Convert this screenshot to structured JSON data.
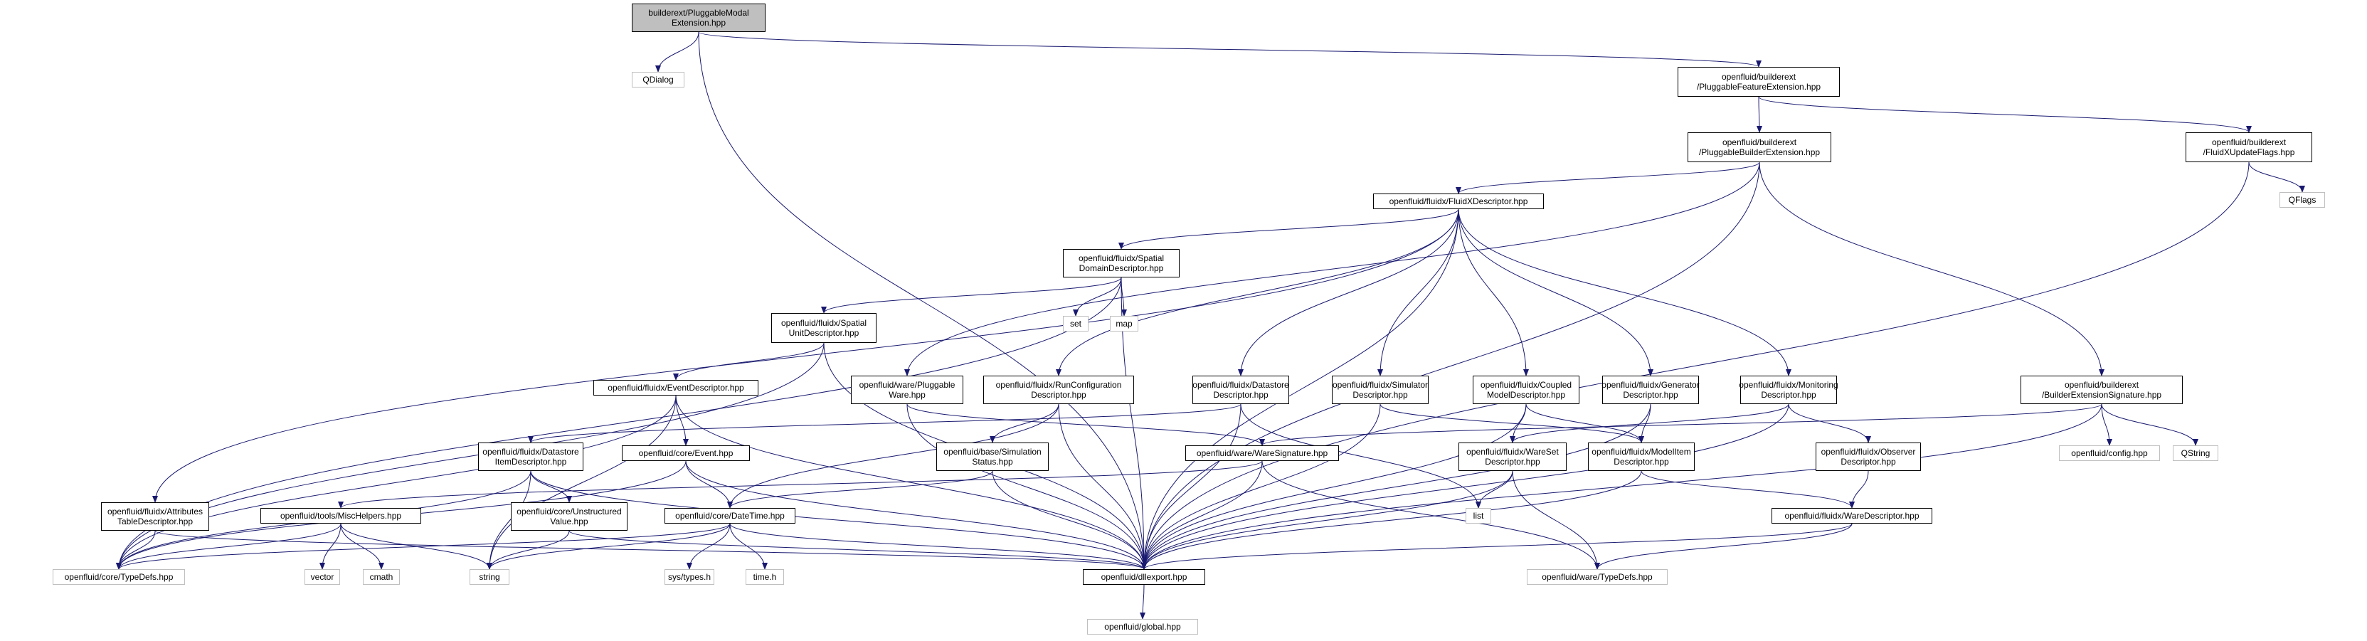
{
  "graph": {
    "title": "builderext/PluggableModalExtension.hpp",
    "colors": {
      "edge": "#191970",
      "box_border": "#000000",
      "external_border": "#bfbfbf",
      "root_fill": "#bfbfbf"
    },
    "nodes": {
      "root": "builderext/PluggableModal\nExtension.hpp",
      "qdialog": "QDialog",
      "feature_ext": "openfluid/builderext\n/PluggableFeatureExtension.hpp",
      "builder_ext": "openfluid/builderext\n/PluggableBuilderExtension.hpp",
      "update_flags": "openfluid/builderext\n/FluidXUpdateFlags.hpp",
      "qflags": "QFlags",
      "fluidx_descriptor": "openfluid/fluidx/FluidXDescriptor.hpp",
      "spatial_domain": "openfluid/fluidx/Spatial\nDomainDescriptor.hpp",
      "set": "set",
      "map": "map",
      "spatial_unit": "openfluid/fluidx/Spatial\nUnitDescriptor.hpp",
      "event_descriptor": "openfluid/fluidx/EventDescriptor.hpp",
      "pluggable_ware": "openfluid/ware/Pluggable\nWare.hpp",
      "run_config": "openfluid/fluidx/RunConfiguration\nDescriptor.hpp",
      "datastore_descriptor": "openfluid/fluidx/Datastore\nDescriptor.hpp",
      "simulator_descriptor": "openfluid/fluidx/Simulator\nDescriptor.hpp",
      "coupled_model": "openfluid/fluidx/Coupled\nModelDescriptor.hpp",
      "generator_descriptor": "openfluid/fluidx/Generator\nDescriptor.hpp",
      "monitoring_descriptor": "openfluid/fluidx/Monitoring\nDescriptor.hpp",
      "builder_ext_signature": "openfluid/builderext\n/BuilderExtensionSignature.hpp",
      "config": "openfluid/config.hpp",
      "qstring": "QString",
      "datastore_item": "openfluid/fluidx/Datastore\nItemDescriptor.hpp",
      "event": "openfluid/core/Event.hpp",
      "simulation_status": "openfluid/base/Simulation\nStatus.hpp",
      "ware_signature": "openfluid/ware/WareSignature.hpp",
      "wareset": "openfluid/fluidx/WareSet\nDescriptor.hpp",
      "modelitem": "openfluid/fluidx/ModelItem\nDescriptor.hpp",
      "observer_descriptor": "openfluid/fluidx/Observer\nDescriptor.hpp",
      "attributes_table": "openfluid/fluidx/Attributes\nTableDescriptor.hpp",
      "mischelpers": "openfluid/tools/MiscHelpers.hpp",
      "unstructured": "openfluid/core/Unstructured\nValue.hpp",
      "datetime": "openfluid/core/DateTime.hpp",
      "list": "list",
      "ware_descriptor": "openfluid/fluidx/WareDescriptor.hpp",
      "core_typedefs": "openfluid/core/TypeDefs.hpp",
      "vector": "vector",
      "cmath": "cmath",
      "string": "string",
      "systypes": "sys/types.h",
      "timeh": "time.h",
      "dllexport": "openfluid/dllexport.hpp",
      "ware_typedefs": "openfluid/ware/TypeDefs.hpp",
      "global": "openfluid/global.hpp"
    }
  }
}
